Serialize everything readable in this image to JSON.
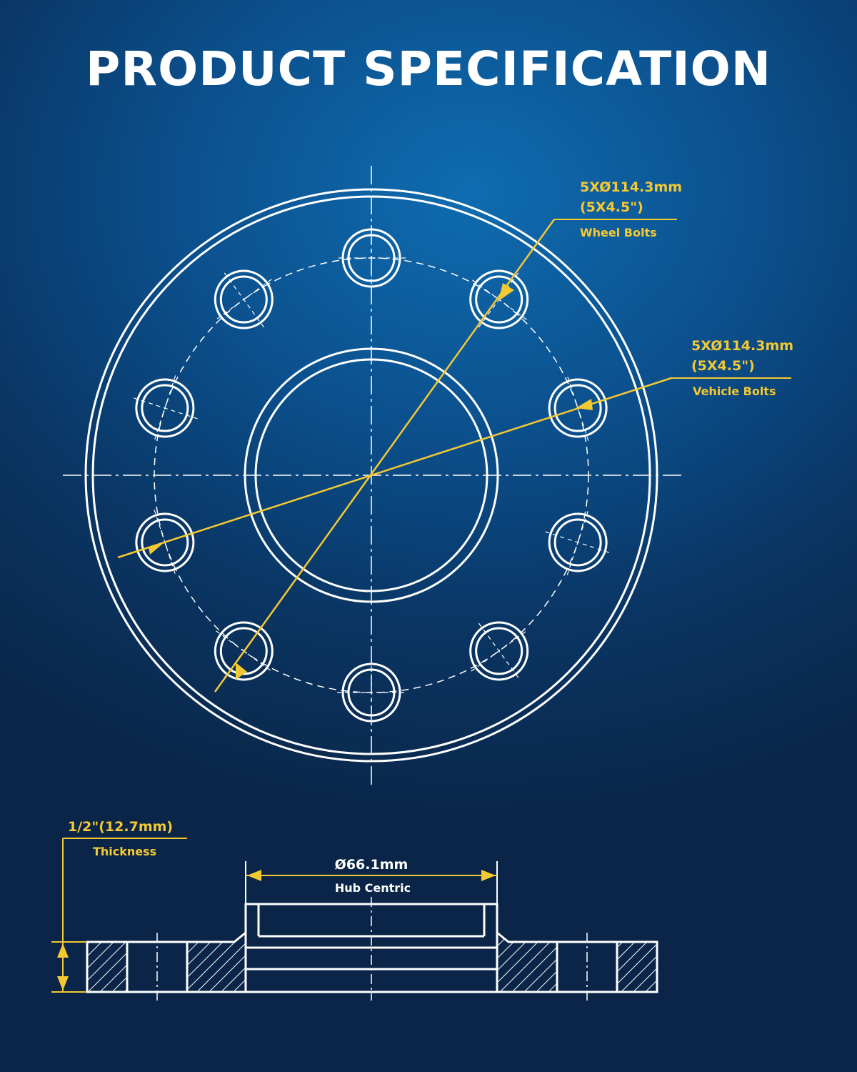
{
  "title": "PRODUCT SPECIFICATION",
  "colors": {
    "background_dark": "#0a2547",
    "background_light": "#0f6cb0",
    "line_white": "#ffffff",
    "accent_yellow": "#f5c932"
  },
  "annotations": {
    "wheel_bolts": {
      "value": "5XØ114.3mm",
      "imperial": "(5X4.5\")",
      "label": "Wheel Bolts"
    },
    "vehicle_bolts": {
      "value": "5XØ114.3mm",
      "imperial": "(5X4.5\")",
      "label": "Vehicle Bolts"
    },
    "thickness": {
      "value": "1/2\"(12.7mm)",
      "label": "Thickness"
    },
    "hub_centric": {
      "value": "Ø66.1mm",
      "label": "Hub Centric"
    }
  }
}
